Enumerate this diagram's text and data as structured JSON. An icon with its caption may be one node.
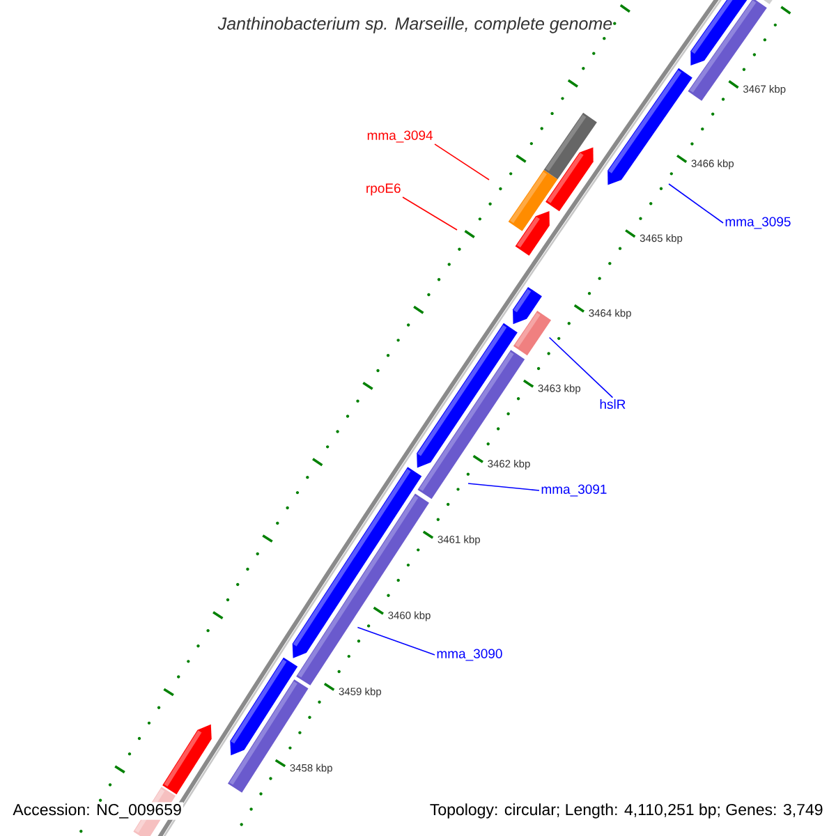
{
  "diagram": {
    "title": "Janthinobacterium sp. Marseille, complete genome",
    "nodes": [
      {
        "text": [
          "mma_3094"
        ]
      },
      {
        "text": [
          "rpoE6"
        ]
      },
      {
        "text": [
          "mma_3095"
        ]
      },
      {
        "text": [
          "hslR"
        ]
      },
      {
        "text": [
          "mma_3091"
        ]
      },
      {
        "text": [
          "mma_3090"
        ]
      }
    ],
    "edges": [
      {
        "from": 0,
        "to": null,
        "arrow": "none",
        "color": "#ff0000"
      },
      {
        "from": 1,
        "to": null,
        "arrow": "none",
        "color": "#ff0000"
      },
      {
        "from": 2,
        "to": null,
        "arrow": "none"
      },
      {
        "from": 3,
        "to": null,
        "arrow": "none"
      },
      {
        "from": 4,
        "to": null,
        "arrow": "none"
      },
      {
        "from": 5,
        "to": null,
        "arrow": "none"
      }
    ],
    "labels": [
      "3467 kbp",
      "3466 kbp",
      "3465 kbp",
      "3464 kbp",
      "3463 kbp",
      "3462 kbp",
      "3461 kbp",
      "3460 kbp",
      "3459 kbp",
      "3458 kbp",
      "Accession: NC_009659",
      "Topology: circular; Length: 4,110,251 bp; Genes: 3,749"
    ]
  }
}
